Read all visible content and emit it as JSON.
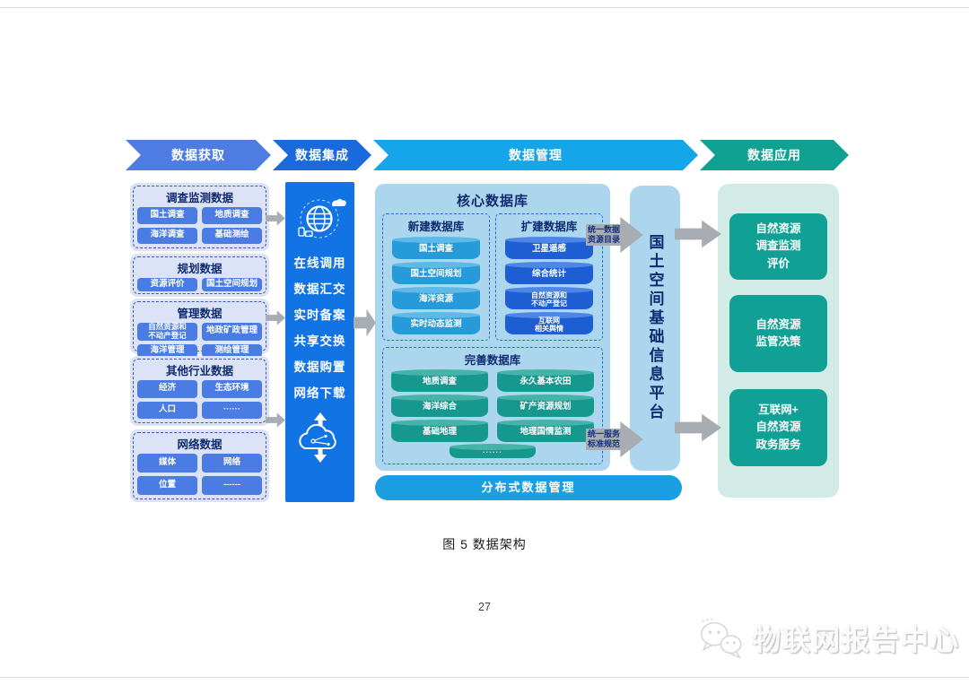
{
  "colors": {
    "navy": "#0e2a70",
    "label_navy": "#14317c",
    "group_bg": "#dce3f6",
    "group_dash": "#3a57ae",
    "button_blue": "#4a7ce4",
    "mid_blue": "#1273e4",
    "core_bg": "#abd6ee",
    "core_dash": "#1f6fd0",
    "bar_blue": "#1b9fe2",
    "platform_bg": "#abd6ee",
    "mint_bg": "#d2ebe6",
    "teal_box": "#10a096",
    "arrow_gray": "#a8acb3"
  },
  "flow": [
    {
      "label": "数据获取",
      "color": "#4f7ce2"
    },
    {
      "label": "数据集成",
      "color": "#1a69dd"
    },
    {
      "label": "数据管理",
      "color": "#15a5e9"
    },
    {
      "label": "数据应用",
      "color": "#0fa191"
    }
  ],
  "left_groups": [
    {
      "title": "调查监测数据",
      "items": [
        "国土调查",
        "地质调查",
        "海洋调查",
        "基础测绘"
      ]
    },
    {
      "title": "规划数据",
      "items": [
        "资源评价",
        "国土空间规划"
      ]
    },
    {
      "title": "管理数据",
      "items": [
        "自然资源和\n不动产登记",
        "地政矿政管理",
        "海洋管理",
        "测绘管理"
      ]
    },
    {
      "title": "其他行业数据",
      "items": [
        "经济",
        "生态环境",
        "人口",
        "······"
      ]
    },
    {
      "title": "网络数据",
      "items": [
        "媒体",
        "网络",
        "位置",
        "------"
      ]
    }
  ],
  "middle_column": {
    "top_icon": "globe-network-icon",
    "lines": [
      "在线调用",
      "数据汇交",
      "实时备案",
      "共享交换",
      "数据购置",
      "网络下载"
    ],
    "bottom_icon": "cloud-sync-icon"
  },
  "core_db": {
    "title": "核心数据库",
    "sections": [
      {
        "title": "新建数据库",
        "color": "#279bd9",
        "top_color": "#5cb9e8",
        "items": [
          "国土调查",
          "国土空间规划",
          "海洋资源",
          "实时动态监测"
        ]
      },
      {
        "title": "扩建数据库",
        "color": "#1d5ed2",
        "top_color": "#4e86e8",
        "items": [
          "卫星遥感",
          "综合统计",
          "自然资源和\n不动产登记",
          "互联网\n相关舆情"
        ]
      },
      {
        "title": "完善数据库",
        "color": "#17988f",
        "top_color": "#45b3a8",
        "items": [
          "地质调查",
          "永久基本农田",
          "海洋综合",
          "矿产资源规划",
          "基础地理",
          "地理国情监测",
          "······"
        ]
      }
    ]
  },
  "dist_bar": "分布式数据管理",
  "platform": "国土空间基础信息平台",
  "connectors": {
    "top_label": "统一数据\n资源目录",
    "bottom_label": "统一服务\n标准规范"
  },
  "right_apps": [
    "自然资源\n调查监测\n评价",
    "自然资源\n监管决策",
    "互联网+\n自然资源\n政务服务"
  ],
  "footer": {
    "caption": "图 5  数据架构",
    "page_number": "27",
    "watermark": "物联网报告中心"
  }
}
